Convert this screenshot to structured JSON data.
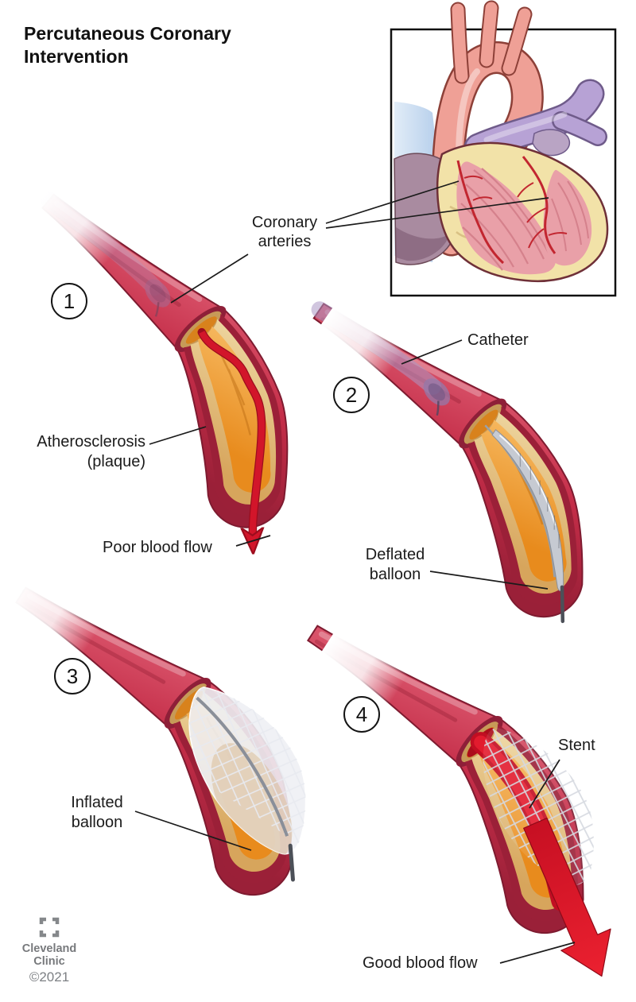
{
  "title": {
    "line1": "Percutaneous Coronary",
    "line2": "Intervention"
  },
  "inset": {
    "label_line1": "Coronary",
    "label_line2": "arteries"
  },
  "stages": [
    {
      "number": "1",
      "label_atherosclerosis_line1": "Atherosclerosis",
      "label_atherosclerosis_line2": "(plaque)",
      "label_flow": "Poor blood flow"
    },
    {
      "number": "2",
      "label_catheter": "Catheter",
      "label_balloon_line1": "Deflated",
      "label_balloon_line2": "balloon"
    },
    {
      "number": "3",
      "label_balloon_line1": "Inflated",
      "label_balloon_line2": "balloon"
    },
    {
      "number": "4",
      "label_stent": "Stent",
      "label_flow": "Good blood flow"
    }
  ],
  "footer": {
    "brand_line1": "Cleveland",
    "brand_line2": "Clinic",
    "copyright": "©2021"
  },
  "colors": {
    "artery_red": "#c8354e",
    "artery_dark_red": "#8e1f38",
    "plaque_tan": "#e2bc80",
    "plaque_orange": "#ee9b2e",
    "blood_red": "#d8182b",
    "catheter_lavender": "#a58fbb",
    "balloon_gray": "#c6cad2",
    "stent_silver": "#dfe2e8",
    "heart_aorta_salmon": "#efa096",
    "heart_pulmonary_purple": "#b7a2d5",
    "heart_fat_yellow": "#f2e2a8",
    "heart_muscle_pink": "#e9a0a8",
    "text": "#1b1b1b",
    "logo_gray": "#85888b"
  }
}
